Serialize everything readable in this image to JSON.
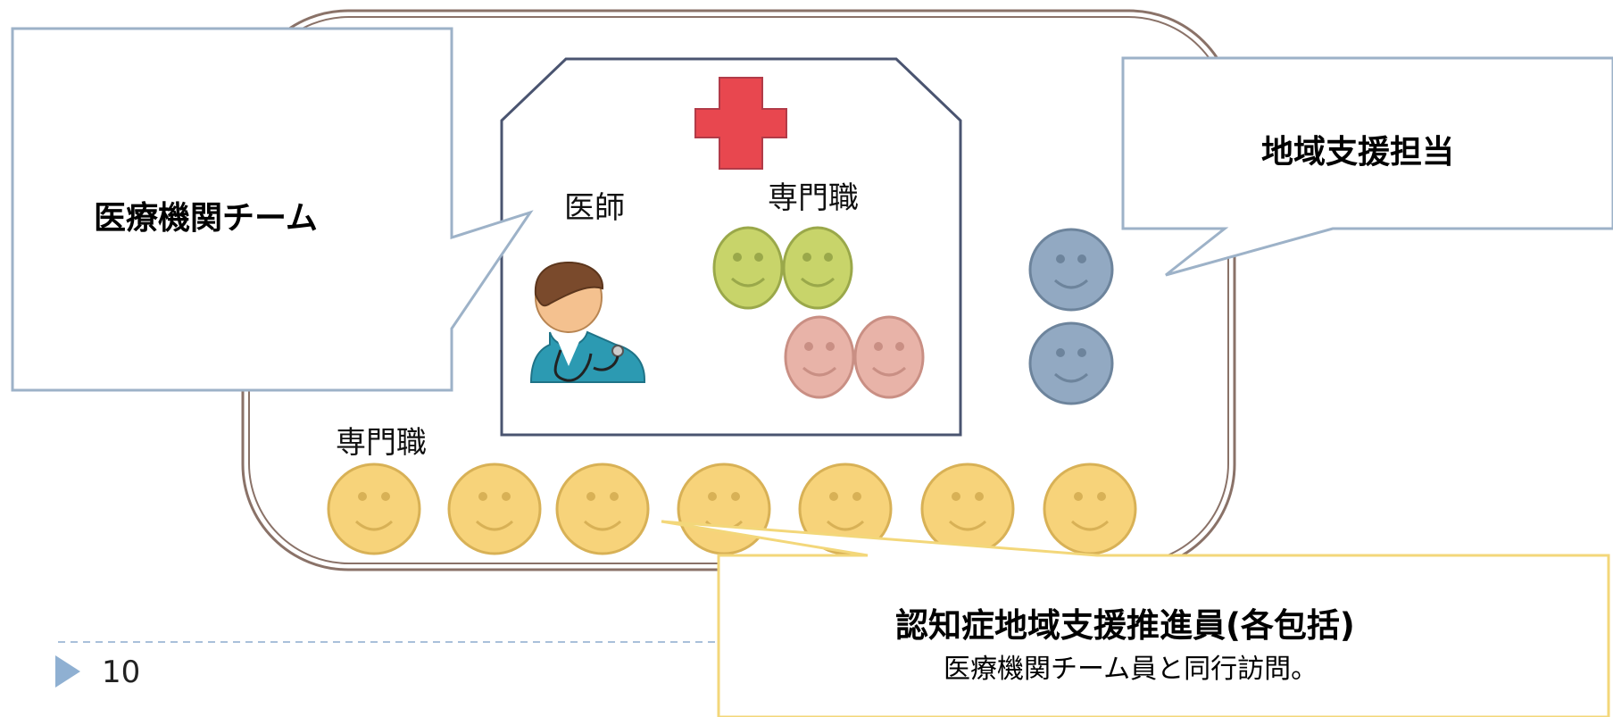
{
  "callouts": {
    "medical_team": "医療機関チーム",
    "regional_support": "地域支援担当",
    "promoter_title": "認知症地域支援推進員(各包括)",
    "promoter_subtitle": "医療機関チーム員と同行訪問。"
  },
  "labels": {
    "doctor": "医師",
    "specialists_inner": "専門職",
    "specialists_outer": "専門職"
  },
  "footer": {
    "page_number": "10"
  },
  "icons": {
    "hospital_cross": "red-cross-icon",
    "doctor": "doctor-with-stethoscope-icon",
    "smiley": "smiley-face-icon",
    "slide_marker": "triangle-bullet-icon"
  },
  "colors": {
    "outer_frame": "#8a7268",
    "hospital_border": "#4a5470",
    "callout_border_blue": "#9db2c8",
    "callout_border_yellow": "#f3d77a",
    "cross": "#e8474f",
    "smiley_green": "#c8d46a",
    "smiley_pink": "#e8b3a8",
    "smiley_blue": "#92a9c2",
    "smiley_yellow": "#f7d37a",
    "footer_marker": "#8fb0d2"
  }
}
